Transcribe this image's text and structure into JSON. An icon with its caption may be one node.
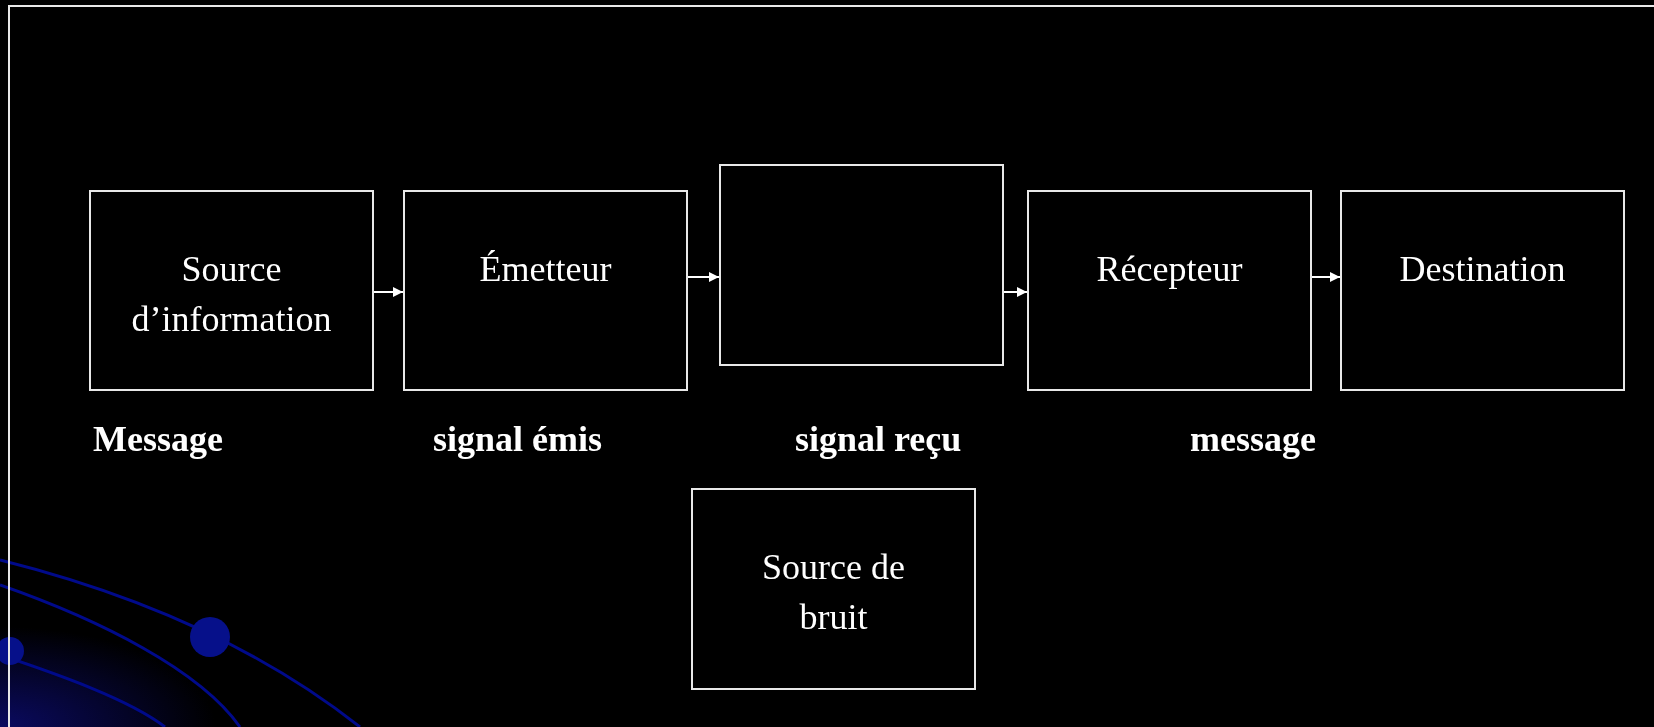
{
  "diagram": {
    "nodes": [
      {
        "text": [
          "Source d’information"
        ]
      },
      {
        "text": [
          "Émetteur"
        ]
      },
      {
        "text": [],
        "shape": "box"
      },
      {
        "text": [
          "Récepteur"
        ]
      },
      {
        "text": [
          "Destination"
        ]
      },
      {
        "text": [
          "Source de bruit"
        ]
      }
    ],
    "edges": [
      {
        "from": 0,
        "to": 1,
        "arrow": "to"
      },
      {
        "from": 1,
        "to": 2,
        "arrow": "to"
      },
      {
        "from": 2,
        "to": 3,
        "arrow": "to"
      },
      {
        "from": 3,
        "to": 4,
        "arrow": "to"
      }
    ],
    "labels": [
      "Message",
      "signal émis",
      "signal reçu",
      "message"
    ]
  }
}
